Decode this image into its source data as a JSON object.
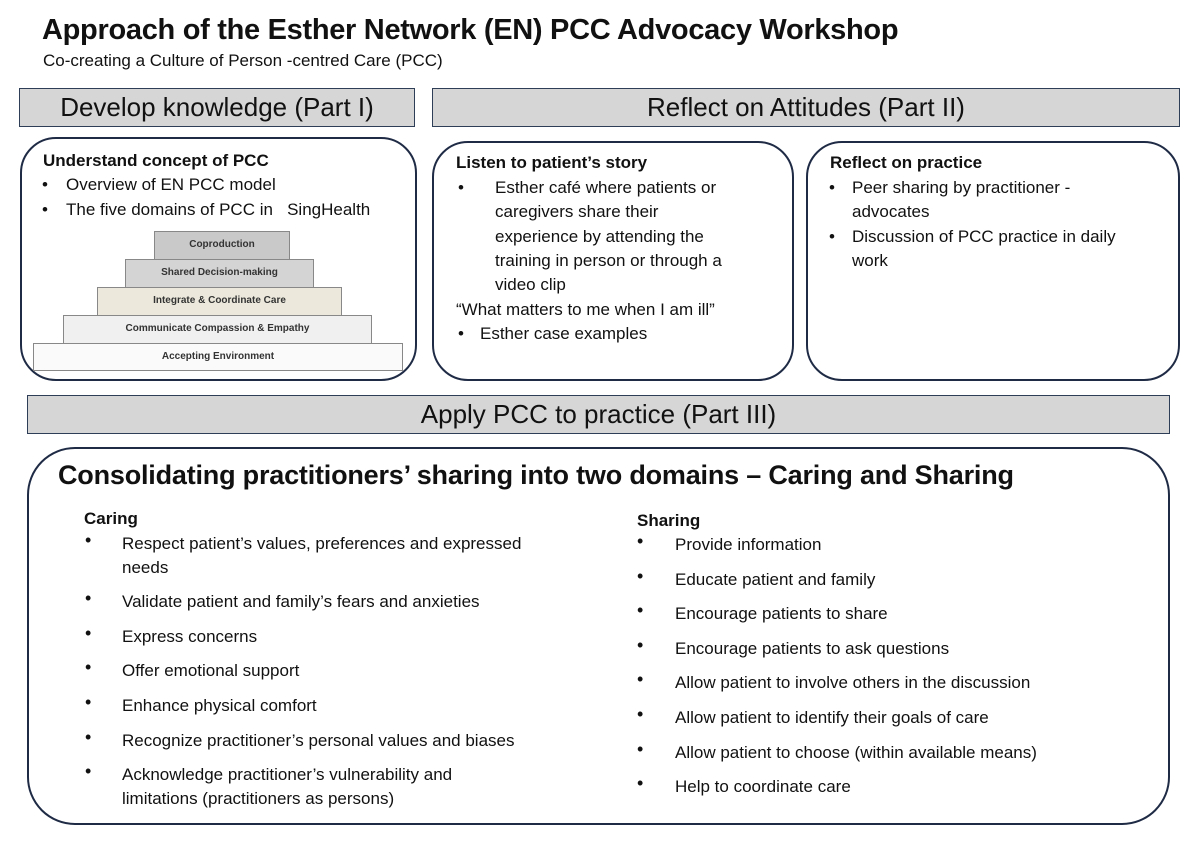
{
  "title": "Approach of the Esther Network (EN) PCC Advocacy Workshop",
  "subtitle": "Co-creating a Culture of Person -centred Care (PCC)",
  "bands": {
    "part1": "Develop knowledge (Part I)",
    "part2": "Reflect on Attitudes (Part II)",
    "part3": "Apply PCC to practice (Part III)"
  },
  "part1_box": {
    "heading": "Understand concept of PCC",
    "bullets": [
      "Overview of EN PCC model",
      "The five domains of PCC in   SingHealth"
    ],
    "pyramid": {
      "tiers": [
        "Coproduction",
        "Shared Decision-making",
        "Integrate & Coordinate Care",
        "Communicate Compassion & Empathy",
        "Accepting Environment"
      ],
      "colors": [
        "#c9c9c9",
        "#d4d4d4",
        "#ece9dc",
        "#f0f0f0",
        "#fafafa"
      ]
    }
  },
  "story_box": {
    "heading": "Listen to patient’s story",
    "bullet1_lines": [
      "Esther café  where patients or",
      "caregivers share their",
      "experience by attending the",
      "training in person or through a",
      "video clip"
    ],
    "quote": "“What matters to me when I am ill”",
    "bullet2": "Esther case examples"
  },
  "practice_box": {
    "heading": "Reflect on practice",
    "bullet1_lines": [
      "Peer sharing by practitioner -",
      "advocates"
    ],
    "bullet2_lines": [
      "Discussion of PCC practice in daily",
      "work"
    ]
  },
  "apply_box": {
    "heading": "Consolidating practitioners’ sharing into two domains  – Caring and Sharing",
    "caring": {
      "heading": "Caring",
      "items": [
        [
          "Respect patient’s values, preferences and expressed",
          "needs"
        ],
        [
          "Validate patient and family’s fears and anxieties"
        ],
        [
          "Express concerns"
        ],
        [
          "Offer emotional support"
        ],
        [
          "Enhance physical comfort"
        ],
        [
          "Recognize practitioner’s personal values and biases"
        ],
        [
          "Acknowledge practitioner’s vulnerability and",
          "limitations (practitioners as persons)"
        ]
      ]
    },
    "sharing": {
      "heading": "Sharing",
      "items": [
        "Provide information",
        "Educate patient and family",
        "Encourage patients to share",
        "Encourage patients to ask questions",
        "Allow patient to involve others in the discussion",
        "Allow patient to identify their goals of care",
        "Allow patient to choose (within available means)",
        "Help to coordinate care"
      ]
    }
  },
  "bullet_char": "•"
}
